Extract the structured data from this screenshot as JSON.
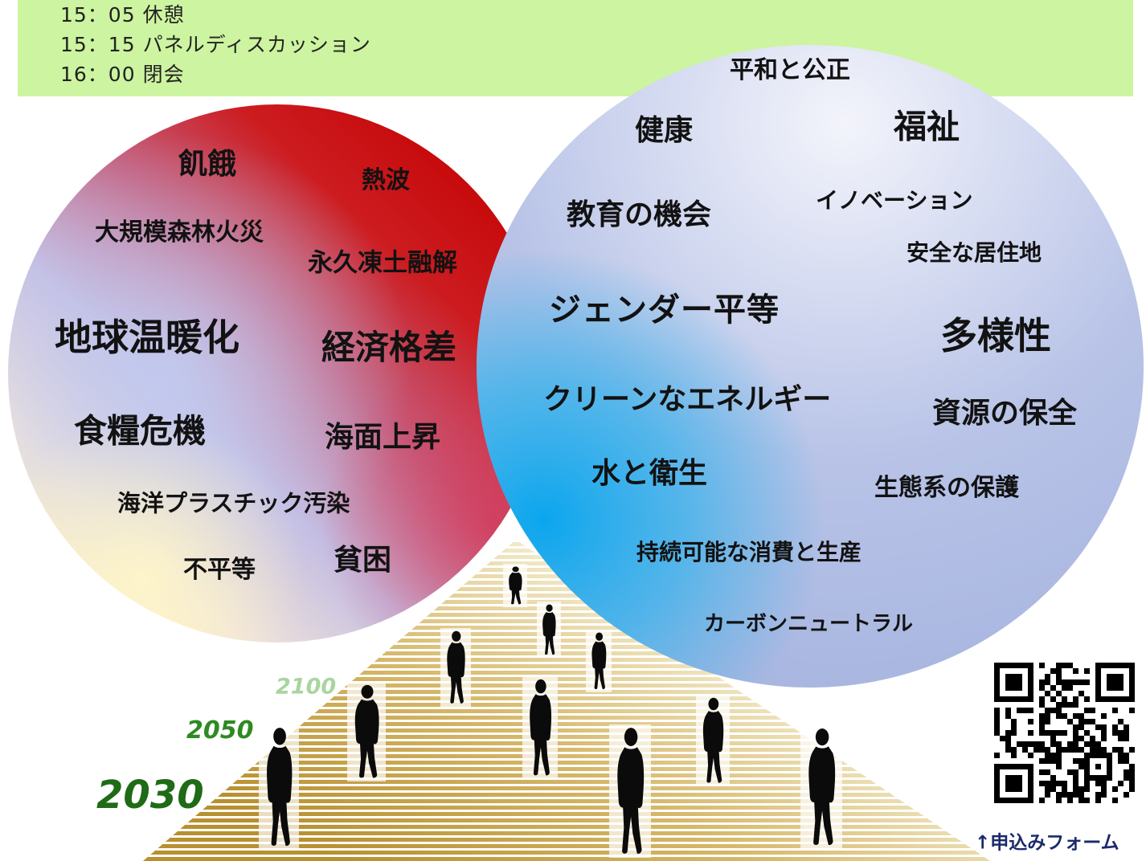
{
  "colors": {
    "banner": "#cdf4a0",
    "challenges_red": "#c40000",
    "goals_cyan": "#0aa6ee",
    "road_gold": "#b8902f",
    "caption": "#1b2a6b"
  },
  "schedule": [
    {
      "time": "15：05",
      "label": "休憩"
    },
    {
      "time": "15：15",
      "label": "パネルディスカッション"
    },
    {
      "time": "16：00",
      "label": "閉会"
    }
  ],
  "challenges": [
    "飢餓",
    "熱波",
    "大規模森林火災",
    "永久凍土融解",
    "地球温暖化",
    "経済格差",
    "食糧危機",
    "海面上昇",
    "海洋プラスチック汚染",
    "不平等",
    "貧困"
  ],
  "goals": [
    "平和と公正",
    "健康",
    "福祉",
    "教育の機会",
    "イノベーション",
    "安全な居住地",
    "ジェンダー平等",
    "多様性",
    "クリーンなエネルギー",
    "資源の保全",
    "水と衛生",
    "生態系の保護",
    "持続可能な消費と生産",
    "カーボンニュートラル"
  ],
  "timeline_years": [
    {
      "label": "2100",
      "color": "#a9d59f"
    },
    {
      "label": "2050",
      "color": "#2e8a22"
    },
    {
      "label": "2030",
      "color": "#1f6b16"
    }
  ],
  "signup": {
    "caption": "↑申込みフォーム"
  }
}
